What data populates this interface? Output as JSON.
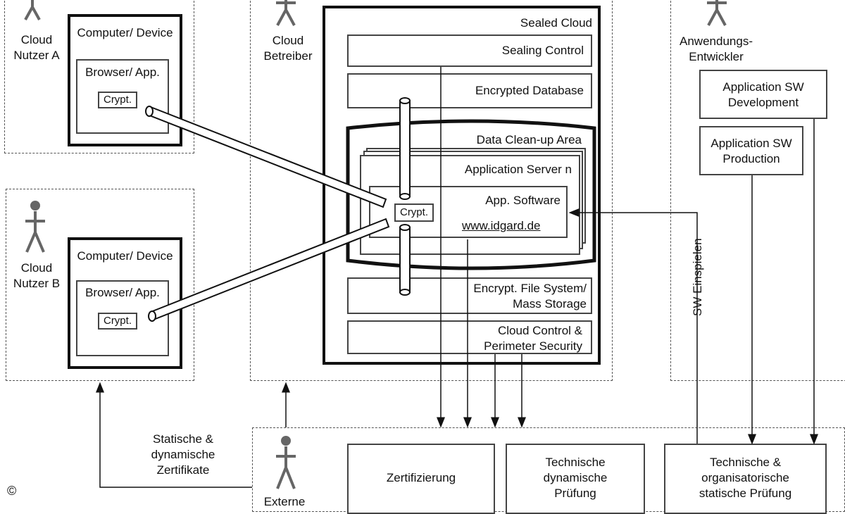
{
  "actors": {
    "nutzer_a": "Cloud\nNutzer A",
    "nutzer_b": "Cloud\nNutzer B",
    "betreiber": "Cloud\nBetreiber",
    "entwickler": "Anwendungs-\nEntwickler",
    "externe": "Externe"
  },
  "user_a": {
    "device": "Computer/ Device",
    "browser": "Browser/ App.",
    "crypt": "Crypt."
  },
  "user_b": {
    "device": "Computer/ Device",
    "browser": "Browser/ App.",
    "crypt": "Crypt."
  },
  "sealed_cloud": {
    "title": "Sealed Cloud",
    "sealing_control": "Sealing Control",
    "encrypted_database": "Encrypted Database",
    "cleanup_area": "Data Clean-up Area",
    "app_server": "Application Server  n",
    "app_software": "App. Software",
    "website": "www.idgard.de",
    "crypt": "Crypt.",
    "file_system": "Encrypt. File System/\nMass Storage",
    "cloud_control": "Cloud Control &\nPerimeter Security"
  },
  "developer": {
    "development": "Application SW\nDevelopment",
    "production": "Application SW\nProduction",
    "sw_einspielen": "SW Einspielen"
  },
  "certificates_label": "Statische &\ndynamische\nZertifikate",
  "external": {
    "zertifizierung": "Zertifizierung",
    "dynamic_check": "Technische\ndynamische\nPrüfung",
    "static_check": "Technische &\norganisatorische\nstatische Prüfung"
  },
  "copyright": "©"
}
